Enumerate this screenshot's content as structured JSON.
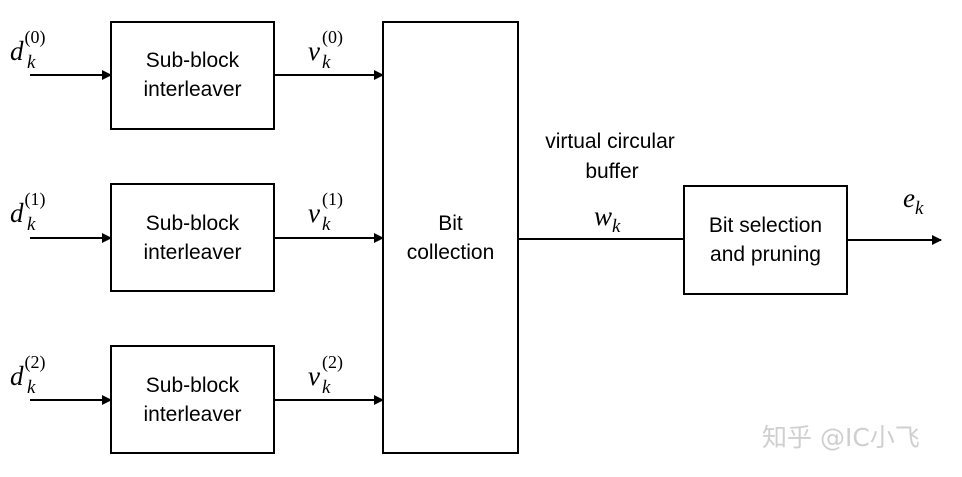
{
  "blocks": {
    "interleaver_0": {
      "line1": "Sub-block",
      "line2": "interleaver"
    },
    "interleaver_1": {
      "line1": "Sub-block",
      "line2": "interleaver"
    },
    "interleaver_2": {
      "line1": "Sub-block",
      "line2": "interleaver"
    },
    "collection": {
      "line1": "Bit",
      "line2": "collection"
    },
    "selection": {
      "line1": "Bit selection",
      "line2": "and pruning"
    }
  },
  "signals": {
    "d0": {
      "var": "d",
      "sub": "k",
      "sup": "(0)"
    },
    "d1": {
      "var": "d",
      "sub": "k",
      "sup": "(1)"
    },
    "d2": {
      "var": "d",
      "sub": "k",
      "sup": "(2)"
    },
    "v0": {
      "var": "v",
      "sub": "k",
      "sup": "(0)"
    },
    "v1": {
      "var": "v",
      "sub": "k",
      "sup": "(1)"
    },
    "v2": {
      "var": "v",
      "sub": "k",
      "sup": "(2)"
    },
    "w": {
      "var": "w",
      "sub": "k"
    },
    "e": {
      "var": "e",
      "sub": "k"
    }
  },
  "buffer_label": {
    "line1": "virtual circular",
    "line2": "buffer"
  },
  "watermark": "知乎 @IC小飞"
}
